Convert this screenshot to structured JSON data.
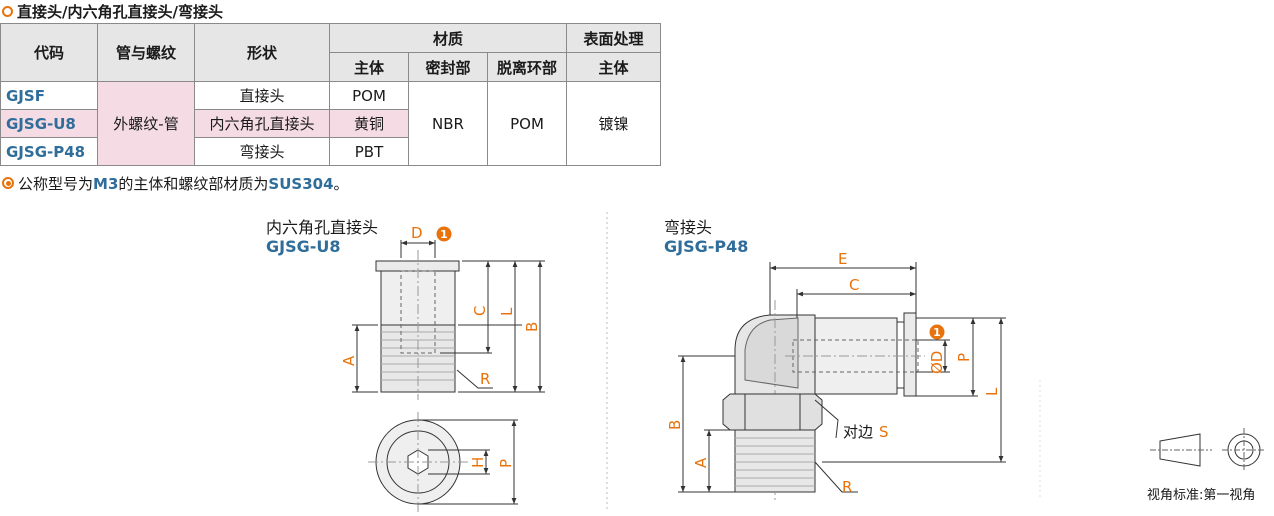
{
  "heading": "直接头/内六角孔直接头/弯接头",
  "table": {
    "headers": {
      "code": "代码",
      "pipe_thread": "管与螺纹",
      "shape": "形状",
      "material": "材质",
      "surface": "表面处理",
      "body": "主体",
      "seal": "密封部",
      "release_ring": "脱离环部",
      "surface_body": "主体"
    },
    "rows": [
      {
        "code": "GJSF",
        "shape": "直接头",
        "body": "POM"
      },
      {
        "code": "GJSG-U8",
        "shape": "内六角孔直接头",
        "body": "黄铜"
      },
      {
        "code": "GJSG-P48",
        "shape": "弯接头",
        "body": "PBT"
      }
    ],
    "pipe_thread": "外螺纹-管",
    "seal": "NBR",
    "release_ring": "POM",
    "surface": "镀镍"
  },
  "note": {
    "pre": "公称型号为",
    "m": "M3",
    "mid": "的主体和螺纹部材质为",
    "sus": "SUS304",
    "post": "。"
  },
  "drawing1": {
    "title": "内六角孔直接头",
    "code": "GJSG-U8",
    "labels": {
      "D": "D",
      "C": "C",
      "L": "L",
      "B": "B",
      "A": "A",
      "R": "R",
      "H": "H",
      "P": "P",
      "badge": "1"
    }
  },
  "drawing2": {
    "title": "弯接头",
    "code": "GJSG-P48",
    "labels": {
      "E": "E",
      "C": "C",
      "D": "ØD",
      "P": "P",
      "L": "L",
      "B": "B",
      "A": "A",
      "S_prefix": "对边",
      "S": "S",
      "R": "R",
      "badge": "1"
    }
  },
  "projection": "视角标准:第一视角",
  "colors": {
    "accent": "#e8730c",
    "code_blue": "#2f6d9a",
    "highlight": "#f4dbe4",
    "header_gray": "#e6e6e6"
  }
}
